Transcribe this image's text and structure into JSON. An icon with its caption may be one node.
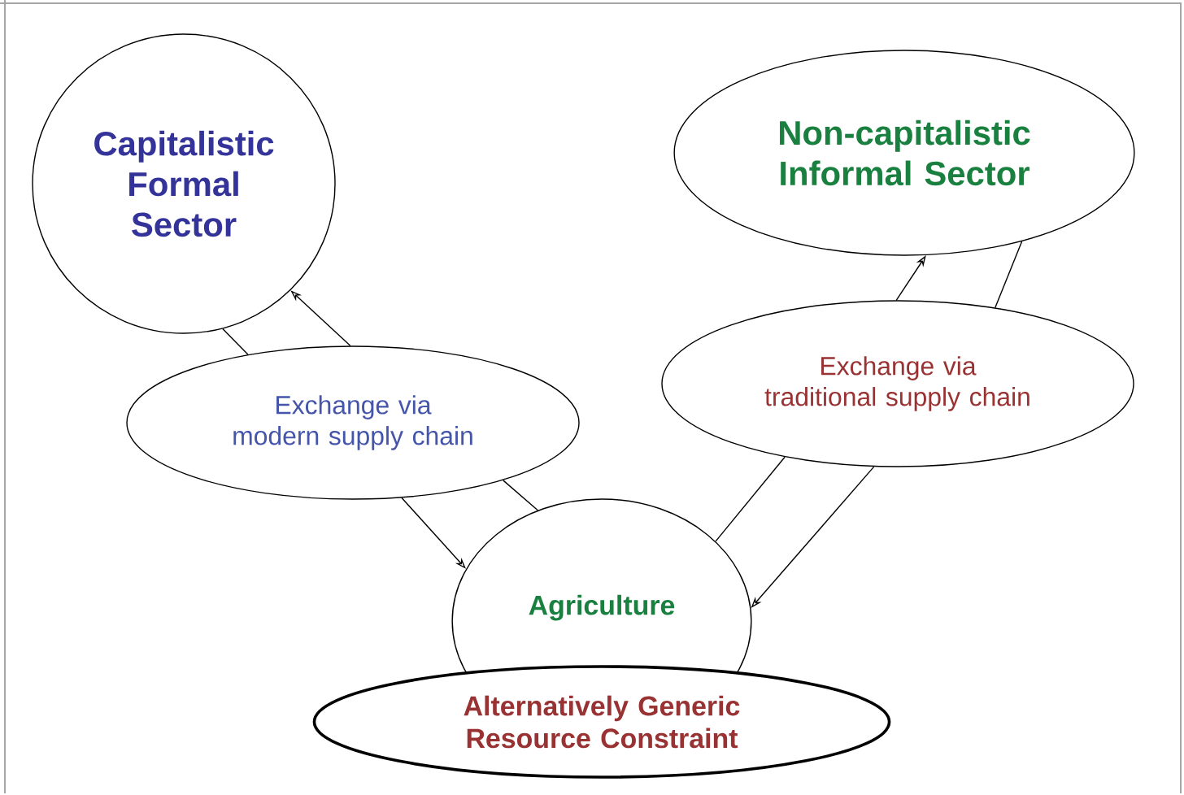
{
  "diagram": {
    "nodes": [
      {
        "text": [
          "Capitalistic Formal Sector"
        ]
      },
      {
        "text": [
          "Non-capitalistic Informal Sector"
        ]
      },
      {
        "text": [
          "Exchange via modern supply chain"
        ]
      },
      {
        "text": [
          "Exchange via traditional supply chain"
        ]
      },
      {
        "text": [
          "Agriculture"
        ]
      },
      {
        "text": [
          "Alternatively Generic Resource Constraint"
        ]
      }
    ],
    "edges": [
      {
        "from": 2,
        "to": 0,
        "arrow": "to"
      },
      {
        "from": 2,
        "to": 4,
        "arrow": "to"
      },
      {
        "from": 0,
        "to": 2,
        "arrow": "none"
      },
      {
        "from": 2,
        "to": 4,
        "arrow": "none"
      },
      {
        "from": 3,
        "to": 1,
        "arrow": "to"
      },
      {
        "from": 1,
        "to": 3,
        "arrow": "none"
      },
      {
        "from": 3,
        "to": 4,
        "arrow": "none"
      },
      {
        "from": 3,
        "to": 4,
        "arrow": "to"
      }
    ]
  }
}
